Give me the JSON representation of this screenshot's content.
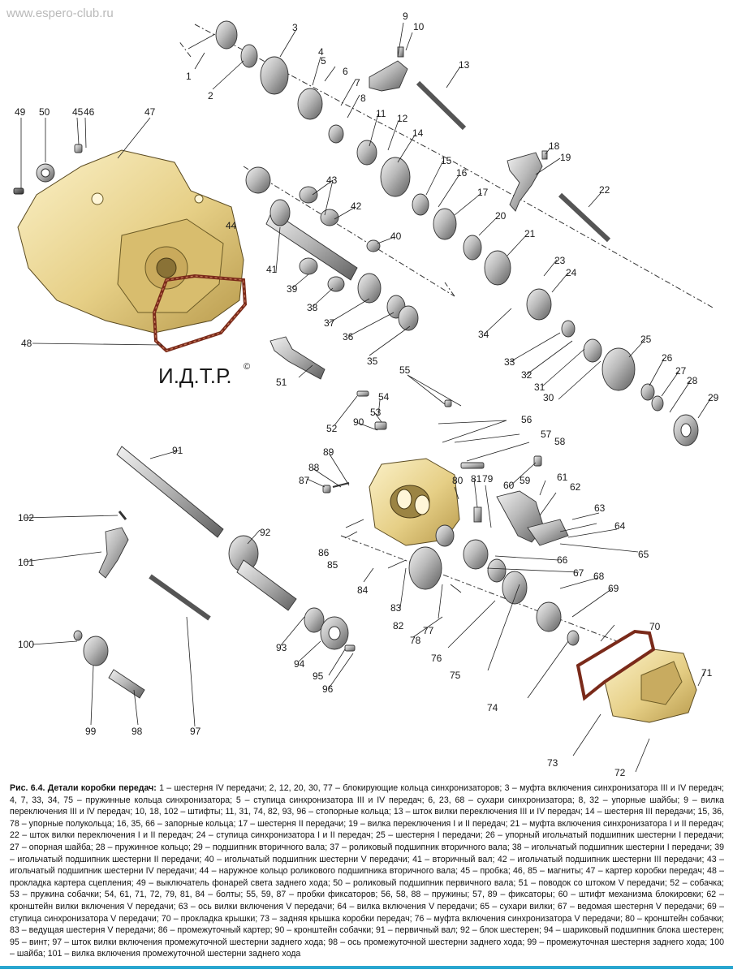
{
  "watermark": "www.espero-club.ru",
  "signature": "И.Д.Т.Р.",
  "signature_mark": "©",
  "part_numbers": [
    "1",
    "2",
    "3",
    "4",
    "5",
    "6",
    "7",
    "8",
    "9",
    "10",
    "11",
    "12",
    "13",
    "14",
    "15",
    "16",
    "17",
    "18",
    "19",
    "20",
    "21",
    "22",
    "23",
    "24",
    "25",
    "26",
    "27",
    "28",
    "29",
    "30",
    "31",
    "32",
    "33",
    "34",
    "35",
    "36",
    "37",
    "38",
    "39",
    "40",
    "41",
    "42",
    "43",
    "44",
    "45",
    "46",
    "47",
    "48",
    "49",
    "50",
    "51",
    "52",
    "53",
    "54",
    "55",
    "56",
    "57",
    "58",
    "59",
    "60",
    "61",
    "62",
    "63",
    "64",
    "65",
    "66",
    "67",
    "68",
    "69",
    "70",
    "71",
    "72",
    "73",
    "74",
    "75",
    "76",
    "77",
    "78",
    "79",
    "80",
    "81",
    "82",
    "83",
    "84",
    "85",
    "86",
    "87",
    "88",
    "89",
    "90",
    "91",
    "92",
    "93",
    "94",
    "95",
    "96",
    "97",
    "98",
    "99",
    "100",
    "101",
    "102"
  ],
  "caption": {
    "figure": "Рис. 6.4. Детали коробки передач:",
    "text": " 1 – шестерня IV передачи; 2, 12, 20, 30, 77 – блокирующие кольца синхронизаторов; 3 – муфта включения синхронизатора III и IV передач; 4, 7, 33, 34, 75 – пружинные кольца синхронизатора; 5 – ступица синхронизатора III и IV передач; 6, 23, 68 – сухари синхронизатора; 8, 32 – упорные шайбы; 9 – вилка переключения III и IV передач; 10, 18, 102 – штифты; 11, 31, 74, 82, 93, 96 – стопорные кольца; 13 – шток вилки переключения III и IV передач; 14 – шестерня III передачи; 15, 36, 78 – упорные полукольца; 16, 35, 66 – запорные кольца; 17 – шестерня II передачи; 19 – вилка переключения I и II передач; 21 – муфта включения синхронизатора I и II передач; 22 – шток вилки переключения I и II передач; 24 – ступица синхронизатора I и II передач; 25 – шестерня I передачи; 26 – упорный игольчатый подшипник шестерни I передачи; 27 – опорная шайба; 28 – пружинное кольцо; 29 – подшипник вторичного вала; 37 – роликовый подшипник вторичного вала; 38 – игольчатый подшипник шестерни I передачи; 39 – игольчатый подшипник шестерни II передачи; 40 – игольчатый подшипник шестерни V передачи; 41 – вторичный вал; 42 – игольчатый подшипник шестерни III передачи; 43 – игольчатый подшипник шестерни IV передачи; 44 – наружное кольцо роликового подшипника вторичного вала; 45 – пробка; 46, 85 – магниты; 47 – картер коробки передач; 48 – прокладка картера сцепления; 49 – выключатель фонарей света заднего хода; 50 – роликовый подшипник первичного вала; 51 – поводок со штоком V передачи; 52 – собачка; 53 – пружина собачки; 54, 61, 71, 72, 79, 81, 84 – болты; 55, 59, 87 – пробки фиксаторов; 56, 58, 88 – пружины; 57, 89 – фиксаторы; 60 – штифт механизма блокировки; 62 – кронштейн вилки включения V передачи; 63 – ось вилки включения V передачи; 64 – вилка включения V передачи; 65 – сухари вилки; 67 – ведомая шестерня V передачи; 69 – ступица синхронизатора V передачи; 70 – прокладка крышки; 73 – задняя крышка коробки передач; 76 – муфта включения синхронизатора V передачи; 80 – кронштейн собачки; 83 – ведущая шестерня V передачи; 86 – промежуточный картер; 90 – кронштейн собачки; 91 – первичный вал; 92 – блок шестерен; 94 – шариковый подшипник блока шестерен; 95 – винт; 97 – шток вилки включения промежуточной шестерни заднего хода; 98 – ось промежуточной шестерни заднего хода; 99 – промежуточная шестерня заднего хода; 100 – шайба; 101 – вилка включения промежуточной шестерни заднего хода"
  }
}
